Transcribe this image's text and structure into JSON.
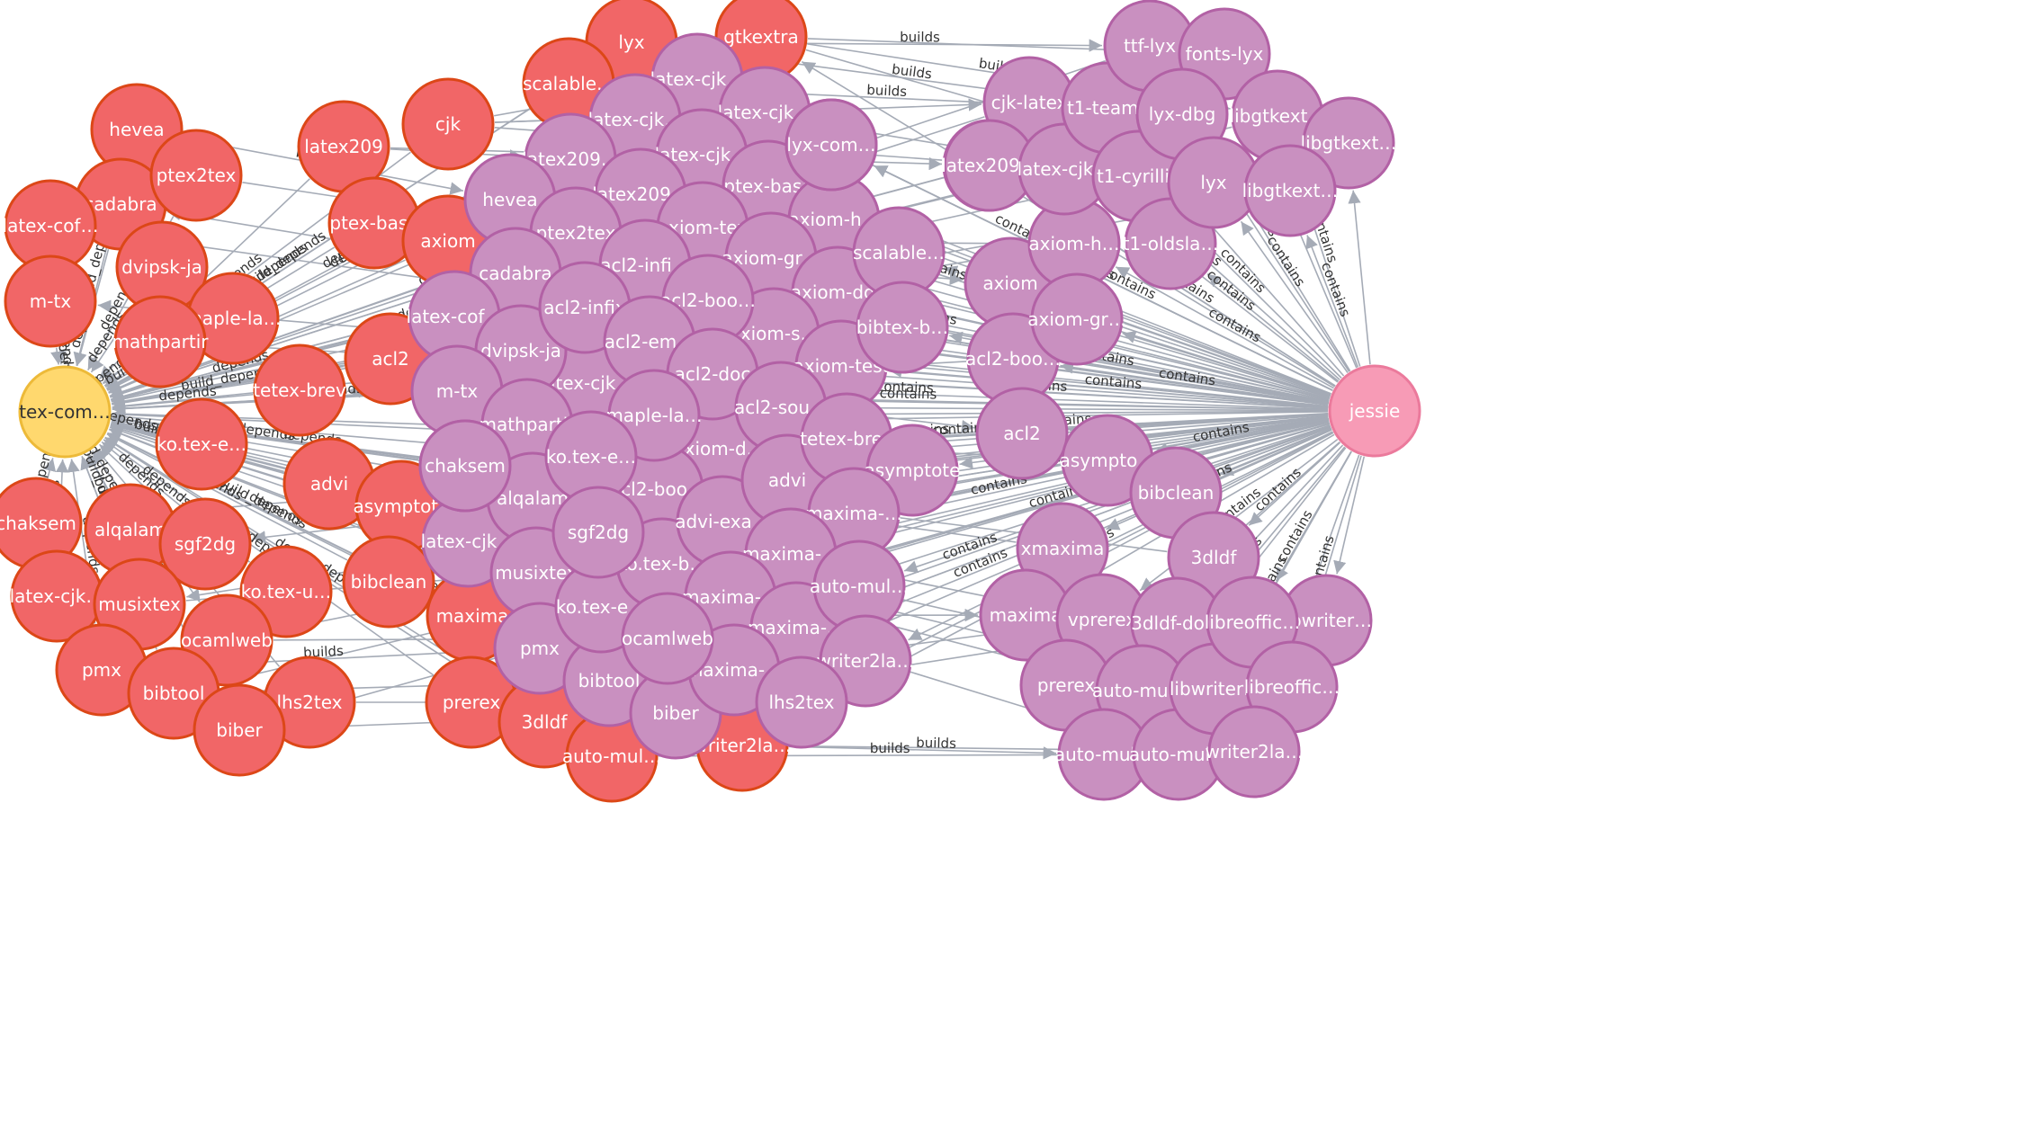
{
  "graph": {
    "palette": {
      "root": {
        "fill": "#ffd86e",
        "stroke": "#edba39"
      },
      "package": {
        "fill": "#f16667",
        "stroke": "#dc4717"
      },
      "binary": {
        "fill": "#c990c0",
        "stroke": "#b261a5"
      },
      "binary_light": {
        "fill": "#d68ff0",
        "stroke": "#b46ad1"
      },
      "release": {
        "fill": "#f79bb6",
        "stroke": "#eb7a9c"
      },
      "edge": "#a5abb6"
    },
    "nodes": [
      {
        "id": "root",
        "label": "tex-com…",
        "type": "root"
      },
      {
        "id": "jessie",
        "label": "jessie",
        "type": "release"
      },
      {
        "id": "r_hevea",
        "label": "hevea",
        "type": "package"
      },
      {
        "id": "r_cadabra",
        "label": "cadabra",
        "type": "package"
      },
      {
        "id": "r_ptex2tex",
        "label": "ptex2tex",
        "type": "package"
      },
      {
        "id": "r_latexcof",
        "label": "latex-cof…",
        "type": "package"
      },
      {
        "id": "r_dvipskja",
        "label": "dvipsk-ja",
        "type": "package"
      },
      {
        "id": "r_mtx",
        "label": "m-tx",
        "type": "package"
      },
      {
        "id": "r_maplela",
        "label": "maple-la…",
        "type": "package"
      },
      {
        "id": "r_mathpartir",
        "label": "mathpartir",
        "type": "package"
      },
      {
        "id": "r_latex209",
        "label": "latex209",
        "type": "package"
      },
      {
        "id": "r_ptexbase",
        "label": "ptex-base",
        "type": "package"
      },
      {
        "id": "r_cjk",
        "label": "cjk",
        "type": "package"
      },
      {
        "id": "r_axiom",
        "label": "axiom",
        "type": "package"
      },
      {
        "id": "r_acl2",
        "label": "acl2",
        "type": "package"
      },
      {
        "id": "r_tetexbrev",
        "label": "tetex-brev",
        "type": "package"
      },
      {
        "id": "r_kotexe",
        "label": "ko.tex-e…",
        "type": "package"
      },
      {
        "id": "r_advi",
        "label": "advi",
        "type": "package"
      },
      {
        "id": "r_asymptote",
        "label": "asymptote",
        "type": "package"
      },
      {
        "id": "r_chaksem",
        "label": "chaksem",
        "type": "package"
      },
      {
        "id": "r_alqalam",
        "label": "alqalam",
        "type": "package"
      },
      {
        "id": "r_sgf2dg",
        "label": "sgf2dg",
        "type": "package"
      },
      {
        "id": "r_latexcjk",
        "label": "latex-cjk…",
        "type": "package"
      },
      {
        "id": "r_musixtex",
        "label": "musixtex",
        "type": "package"
      },
      {
        "id": "r_kotexu",
        "label": "ko.tex-u…",
        "type": "package"
      },
      {
        "id": "r_bibclean",
        "label": "bibclean",
        "type": "package"
      },
      {
        "id": "r_maxima",
        "label": "maxima",
        "type": "package"
      },
      {
        "id": "r_ocamlweb",
        "label": "ocamlweb",
        "type": "package"
      },
      {
        "id": "r_pmx",
        "label": "pmx",
        "type": "package"
      },
      {
        "id": "r_bibtool",
        "label": "bibtool",
        "type": "package"
      },
      {
        "id": "r_lhs2tex",
        "label": "lhs2tex",
        "type": "package"
      },
      {
        "id": "r_biber",
        "label": "biber",
        "type": "package"
      },
      {
        "id": "r_prerex",
        "label": "prerex",
        "type": "package"
      },
      {
        "id": "r_3dldf",
        "label": "3dldf",
        "type": "package"
      },
      {
        "id": "r_automul",
        "label": "auto-mul…",
        "type": "package"
      },
      {
        "id": "r_writer2la",
        "label": "writer2la…",
        "type": "package"
      },
      {
        "id": "r_lyx",
        "label": "lyx",
        "type": "package"
      },
      {
        "id": "r_gtkextra",
        "label": "gtkextra",
        "type": "package"
      },
      {
        "id": "r_scalable",
        "label": "scalable…",
        "type": "package"
      },
      {
        "id": "p_latexcjk1",
        "label": "latex-cjk…",
        "type": "binary"
      },
      {
        "id": "p_latexcjk2",
        "label": "latex-cjk…",
        "type": "binary"
      },
      {
        "id": "p_latexcjk3",
        "label": "latex-cjk…",
        "type": "binary"
      },
      {
        "id": "p_latexcjk4",
        "label": "latex-cjk…",
        "type": "binary"
      },
      {
        "id": "p_latexcjk5",
        "label": "latex-cjk…",
        "type": "binary"
      },
      {
        "id": "p_latexcjk6",
        "label": "latex-cjk…",
        "type": "binary"
      },
      {
        "id": "p_latex209a",
        "label": "latex209…",
        "type": "binary"
      },
      {
        "id": "p_latex209b",
        "label": "latex209…",
        "type": "binary"
      },
      {
        "id": "p_latex209c",
        "label": "latex209…",
        "type": "binary"
      },
      {
        "id": "p_hevea",
        "label": "hevea",
        "type": "binary"
      },
      {
        "id": "p_ptex2tex",
        "label": "ptex2tex",
        "type": "binary"
      },
      {
        "id": "p_cadabra",
        "label": "cadabra",
        "type": "binary"
      },
      {
        "id": "p_latexcof",
        "label": "latex-cof…",
        "type": "binary"
      },
      {
        "id": "p_dvipskja",
        "label": "dvipsk-ja",
        "type": "binary"
      },
      {
        "id": "p_mtx",
        "label": "m-tx",
        "type": "binary"
      },
      {
        "id": "p_mathpartir",
        "label": "mathpartir",
        "type": "binary"
      },
      {
        "id": "p_chaksem",
        "label": "chaksem",
        "type": "binary"
      },
      {
        "id": "p_alqalam",
        "label": "alqalam",
        "type": "binary"
      },
      {
        "id": "p_musixtex",
        "label": "musixtex",
        "type": "binary"
      },
      {
        "id": "p_pmx",
        "label": "pmx",
        "type": "binary"
      },
      {
        "id": "p_bibtool",
        "label": "bibtool",
        "type": "binary"
      },
      {
        "id": "p_biber",
        "label": "biber",
        "type": "binary"
      },
      {
        "id": "p_ptexbase",
        "label": "ptex-base",
        "type": "binary"
      },
      {
        "id": "p_axiomtex",
        "label": "axiom-tex",
        "type": "binary"
      },
      {
        "id": "p_axiomh1",
        "label": "axiom-h…",
        "type": "binary"
      },
      {
        "id": "p_axiomgr1",
        "label": "axiom-gr…",
        "type": "binary"
      },
      {
        "id": "p_axiomdoc",
        "label": "axiom-doc",
        "type": "binary"
      },
      {
        "id": "p_axioms",
        "label": "axiom-s…",
        "type": "binary"
      },
      {
        "id": "p_axiomtest",
        "label": "axiom-test",
        "type": "binary"
      },
      {
        "id": "p_axiomd",
        "label": "axiom-d…",
        "type": "binary"
      },
      {
        "id": "p_acl2infi",
        "label": "acl2-infi…",
        "type": "binary"
      },
      {
        "id": "p_acl2infix",
        "label": "acl2-infix",
        "type": "binary"
      },
      {
        "id": "p_acl2boo1",
        "label": "acl2-boo…",
        "type": "binary"
      },
      {
        "id": "p_acl2em",
        "label": "acl2-em…",
        "type": "binary"
      },
      {
        "id": "p_acl2doc",
        "label": "acl2-doc",
        "type": "binary"
      },
      {
        "id": "p_acl2sou",
        "label": "acl2-sou…",
        "type": "binary"
      },
      {
        "id": "p_acl2boo2",
        "label": "acl2-boo…",
        "type": "binary"
      },
      {
        "id": "p_maplela",
        "label": "maple-la…",
        "type": "binary"
      },
      {
        "id": "p_kotexe",
        "label": "ko.tex-e…",
        "type": "binary"
      },
      {
        "id": "p_kotexe2",
        "label": "ko.tex-e…",
        "type": "binary"
      },
      {
        "id": "p_kotexb",
        "label": "ko.tex-b…",
        "type": "binary"
      },
      {
        "id": "p_sgf2dg",
        "label": "sgf2dg",
        "type": "binary"
      },
      {
        "id": "p_adviexa",
        "label": "advi-exa…",
        "type": "binary"
      },
      {
        "id": "p_advi",
        "label": "advi",
        "type": "binary"
      },
      {
        "id": "p_tetexbrev",
        "label": "tetex-brev",
        "type": "binary"
      },
      {
        "id": "p_asymptote1",
        "label": "asymptote",
        "type": "binary"
      },
      {
        "id": "p_maxima1",
        "label": "maxima-…",
        "type": "binary"
      },
      {
        "id": "p_maxima2",
        "label": "maxima-…",
        "type": "binary"
      },
      {
        "id": "p_maxima3",
        "label": "maxima-…",
        "type": "binary"
      },
      {
        "id": "p_maxima4",
        "label": "maxima-…",
        "type": "binary"
      },
      {
        "id": "p_maxima5",
        "label": "maxima-…",
        "type": "binary"
      },
      {
        "id": "p_automul1",
        "label": "auto-mul…",
        "type": "binary"
      },
      {
        "id": "p_writer2la1",
        "label": "writer2la…",
        "type": "binary"
      },
      {
        "id": "p_ocamlweb",
        "label": "ocamlweb",
        "type": "binary"
      },
      {
        "id": "p_lhs2tex",
        "label": "lhs2tex",
        "type": "binary"
      },
      {
        "id": "p_chaksem2",
        "label": "chaksem",
        "type": "binary"
      },
      {
        "id": "p_lyxcom",
        "label": "lyx-com…",
        "type": "binary"
      },
      {
        "id": "p_scalable",
        "label": "scalable…",
        "type": "binary"
      },
      {
        "id": "p_bibtexb",
        "label": "bibtex-b…",
        "type": "binary"
      },
      {
        "id": "p_axiom2",
        "label": "axiom",
        "type": "binary"
      },
      {
        "id": "p_acl2boo3",
        "label": "acl2-boo…",
        "type": "binary"
      },
      {
        "id": "p_acl2b",
        "label": "acl2",
        "type": "binary"
      },
      {
        "id": "p_axiomh2",
        "label": "axiom-h…",
        "type": "binary"
      },
      {
        "id": "p_axiomgr2",
        "label": "axiom-gr…",
        "type": "binary"
      },
      {
        "id": "p_asympto2",
        "label": "asympto…",
        "type": "binary"
      },
      {
        "id": "p_bibclean",
        "label": "bibclean",
        "type": "binary"
      },
      {
        "id": "p_xmaxima",
        "label": "xmaxima",
        "type": "binary"
      },
      {
        "id": "p_maxima6",
        "label": "maxima",
        "type": "binary"
      },
      {
        "id": "p_vprerex",
        "label": "vprerex",
        "type": "binary"
      },
      {
        "id": "p_prerex",
        "label": "prerex",
        "type": "binary"
      },
      {
        "id": "p_3dldf",
        "label": "3dldf",
        "type": "binary"
      },
      {
        "id": "p_3dldfdo",
        "label": "3dldf-do…",
        "type": "binary"
      },
      {
        "id": "p_automul2",
        "label": "auto-mul…",
        "type": "binary"
      },
      {
        "id": "p_automul3",
        "label": "auto-mul…",
        "type": "binary"
      },
      {
        "id": "p_automul4",
        "label": "auto-mul…",
        "type": "binary"
      },
      {
        "id": "p_libwriter1",
        "label": "libwriter…",
        "type": "binary"
      },
      {
        "id": "p_libwriter2",
        "label": "libwriter…",
        "type": "binary"
      },
      {
        "id": "p_libreoffic1",
        "label": "libreoffic…",
        "type": "binary"
      },
      {
        "id": "p_libreoffic2",
        "label": "libreoffic…",
        "type": "binary"
      },
      {
        "id": "p_writer2la2",
        "label": "writer2la…",
        "type": "binary"
      },
      {
        "id": "p_cjklatex",
        "label": "cjk-latex",
        "type": "binary"
      },
      {
        "id": "p_latex209d",
        "label": "latex209…",
        "type": "binary"
      },
      {
        "id": "p_latexcjk7",
        "label": "latex-cjk…",
        "type": "binary"
      },
      {
        "id": "p_t1teams",
        "label": "t1-teams",
        "type": "binary"
      },
      {
        "id": "p_t1cyrillic",
        "label": "t1-cyrillic",
        "type": "binary"
      },
      {
        "id": "p_t1oldsla",
        "label": "t1-oldsla…",
        "type": "binary"
      },
      {
        "id": "p_ttflyx",
        "label": "ttf-lyx",
        "type": "binary"
      },
      {
        "id": "p_fontslyx",
        "label": "fonts-lyx",
        "type": "binary"
      },
      {
        "id": "p_lyxdbg",
        "label": "lyx-dbg",
        "type": "binary"
      },
      {
        "id": "p_lyx",
        "label": "lyx",
        "type": "binary"
      },
      {
        "id": "p_libgtkext1",
        "label": "libgtkext…",
        "type": "binary"
      },
      {
        "id": "p_libgtkext2",
        "label": "libgtkext…",
        "type": "binary"
      },
      {
        "id": "p_libgtkext3",
        "label": "libgtkext…",
        "type": "binary"
      },
      {
        "id": "p_lyxcomA",
        "label": "lyx-com…",
        "type": "binary"
      }
    ],
    "edge_labels": [
      "build_depends",
      "depends",
      "builds",
      "contains",
      "build_…",
      "build_dep…",
      "build_de…"
    ]
  }
}
